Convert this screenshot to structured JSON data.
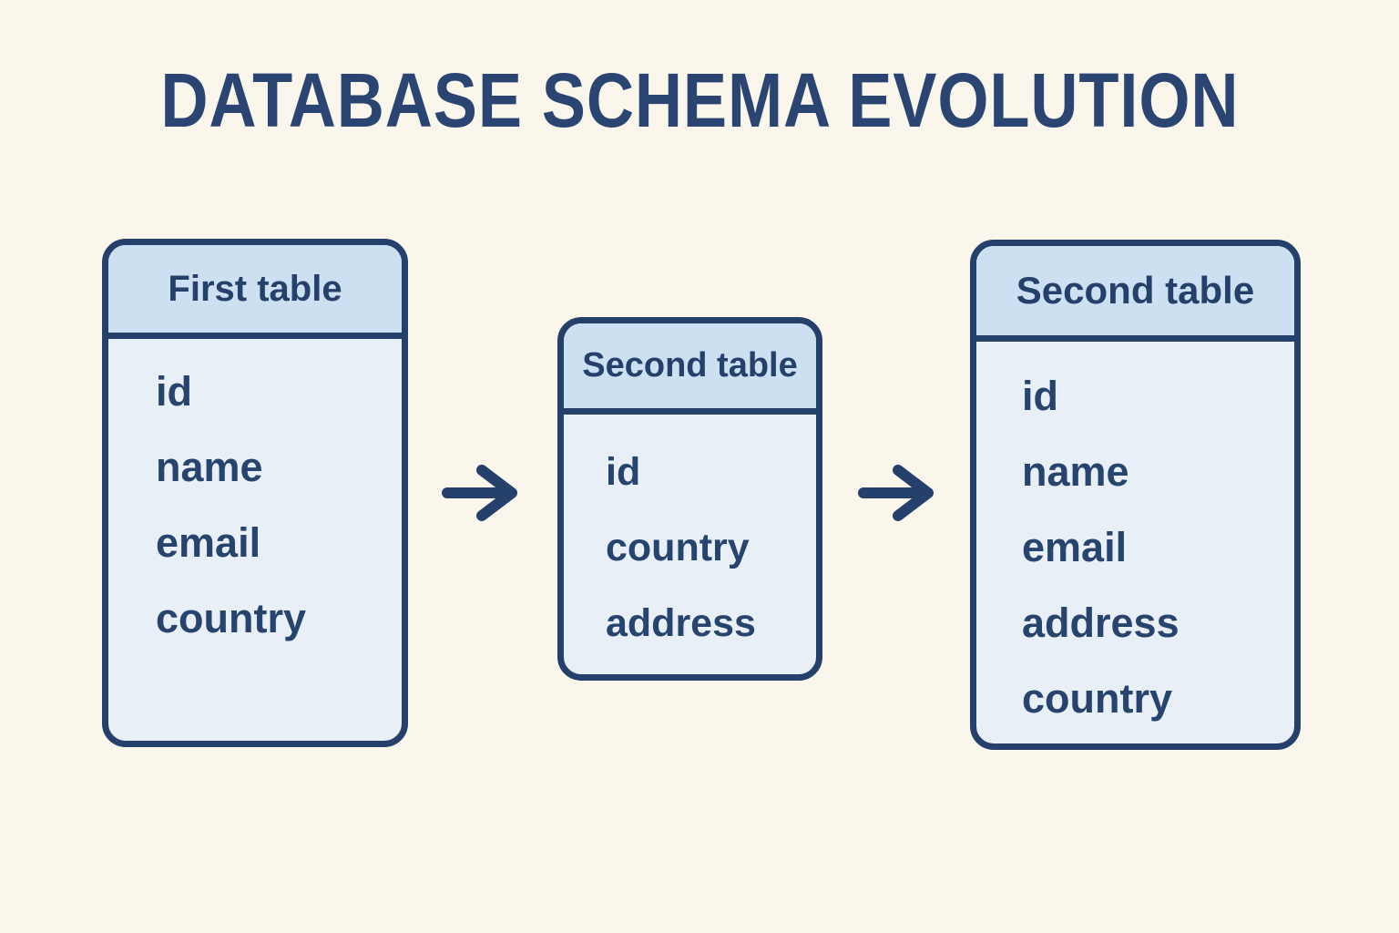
{
  "title": "DATABASE SCHEMA EVOLUTION",
  "colors": {
    "page_background": "#faf6ec",
    "table_header_fill": "#cde0f2",
    "table_body_fill": "#e9eff6",
    "outline_navy": "#24406b",
    "title_navy": "#2b4573"
  },
  "tables": [
    {
      "name": "First table",
      "fields": [
        "id",
        "name",
        "email",
        "country"
      ]
    },
    {
      "name": "Second table",
      "fields": [
        "id",
        "country",
        "address"
      ]
    },
    {
      "name": "Second table",
      "fields": [
        "id",
        "name",
        "email",
        "address",
        "country"
      ]
    }
  ],
  "arrows": [
    {
      "icon": "arrow-right-icon"
    },
    {
      "icon": "arrow-right-icon"
    }
  ]
}
